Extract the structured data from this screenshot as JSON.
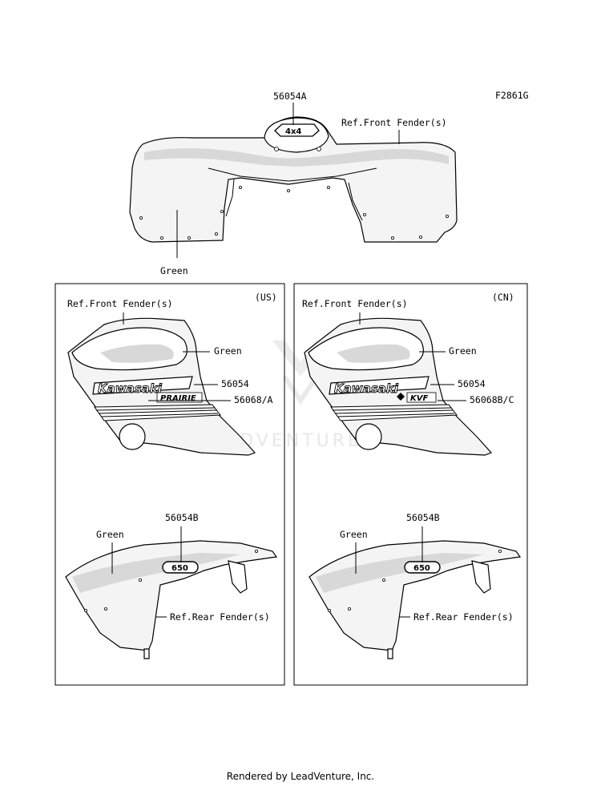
{
  "figure_code": "F2861G",
  "watermark": "LEADVENTURE",
  "footer": "Rendered by LeadVenture, Inc.",
  "top_view": {
    "part_number": "56054A",
    "ref_label": "Ref.Front Fender(s)",
    "color_label": "Green",
    "decal_text": "4x4"
  },
  "panels": [
    {
      "region": "(US)",
      "front_ref": "Ref.Front Fender(s)",
      "front_color": "Green",
      "part_a": "56054",
      "part_b": "56068/A",
      "brand_text": "Kawasaki",
      "model_text": "PRAIRIE",
      "rear_part": "56054B",
      "rear_color": "Green",
      "rear_ref": "Ref.Rear Fender(s)",
      "rear_badge": "650"
    },
    {
      "region": "(CN)",
      "front_ref": "Ref.Front Fender(s)",
      "front_color": "Green",
      "part_a": "56054",
      "part_b": "56068B/C",
      "brand_text": "Kawasaki",
      "model_text": "KVF",
      "rear_part": "56054B",
      "rear_color": "Green",
      "rear_ref": "Ref.Rear Fender(s)",
      "rear_badge": "650"
    }
  ]
}
